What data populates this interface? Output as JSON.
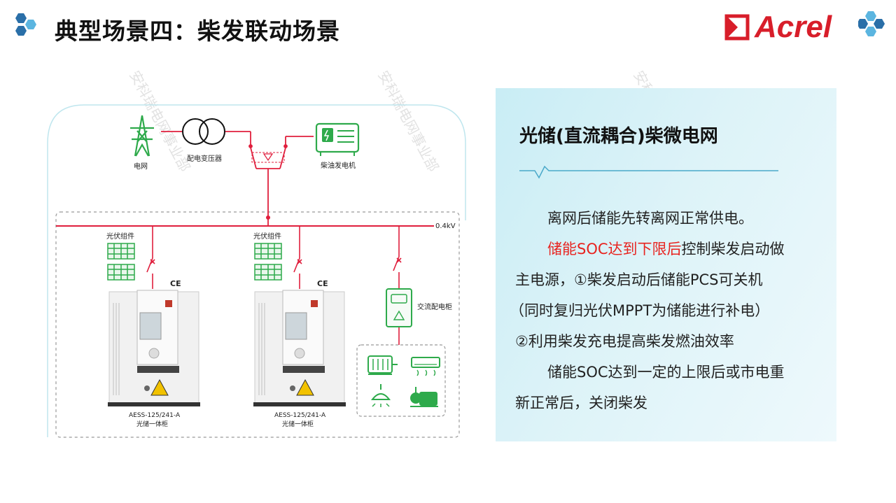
{
  "page": {
    "title": "典型场景四：柴发联动场景",
    "logo_text": "Acrel",
    "watermark_text": "安科瑞电网事业部"
  },
  "diagram": {
    "grid_label": "电网",
    "transformer_label": "配电变压器",
    "generator_label": "柴油发电机",
    "bus_voltage": "0.4kV",
    "pv_label_1": "光伏组件",
    "pv_label_2": "光伏组件",
    "cabinet_model_1": "AESS-125/241-A",
    "cabinet_name_1": "光储一体柜",
    "cabinet_model_2": "AESS-125/241-A",
    "cabinet_name_2": "光储一体柜",
    "ac_cabinet_label": "交流配电柜",
    "ce_mark": "CE"
  },
  "panel": {
    "title": "光储(直流耦合)柴微电网",
    "p1": "离网后储能先转离网正常供电。",
    "p2_red": "储能SOC达到下限后",
    "p2_rest": "控制柴发启动做",
    "p3": "主电源，①柴发启动后储能PCS可关机",
    "p4": "（同时复归光伏MPPT为储能进行补电）",
    "p5": "②利用柴发充电提高柴发燃油效率",
    "p6": "储能SOC达到一定的上限后或市电重",
    "p7": "新正常后，关闭柴发"
  },
  "colors": {
    "accent_red": "#e8231f",
    "diagram_line": "#e01f3d",
    "green_icon": "#2eaa4b",
    "panel_bg": "#d4f0f7",
    "hex_blue": "#2a7fb8"
  }
}
